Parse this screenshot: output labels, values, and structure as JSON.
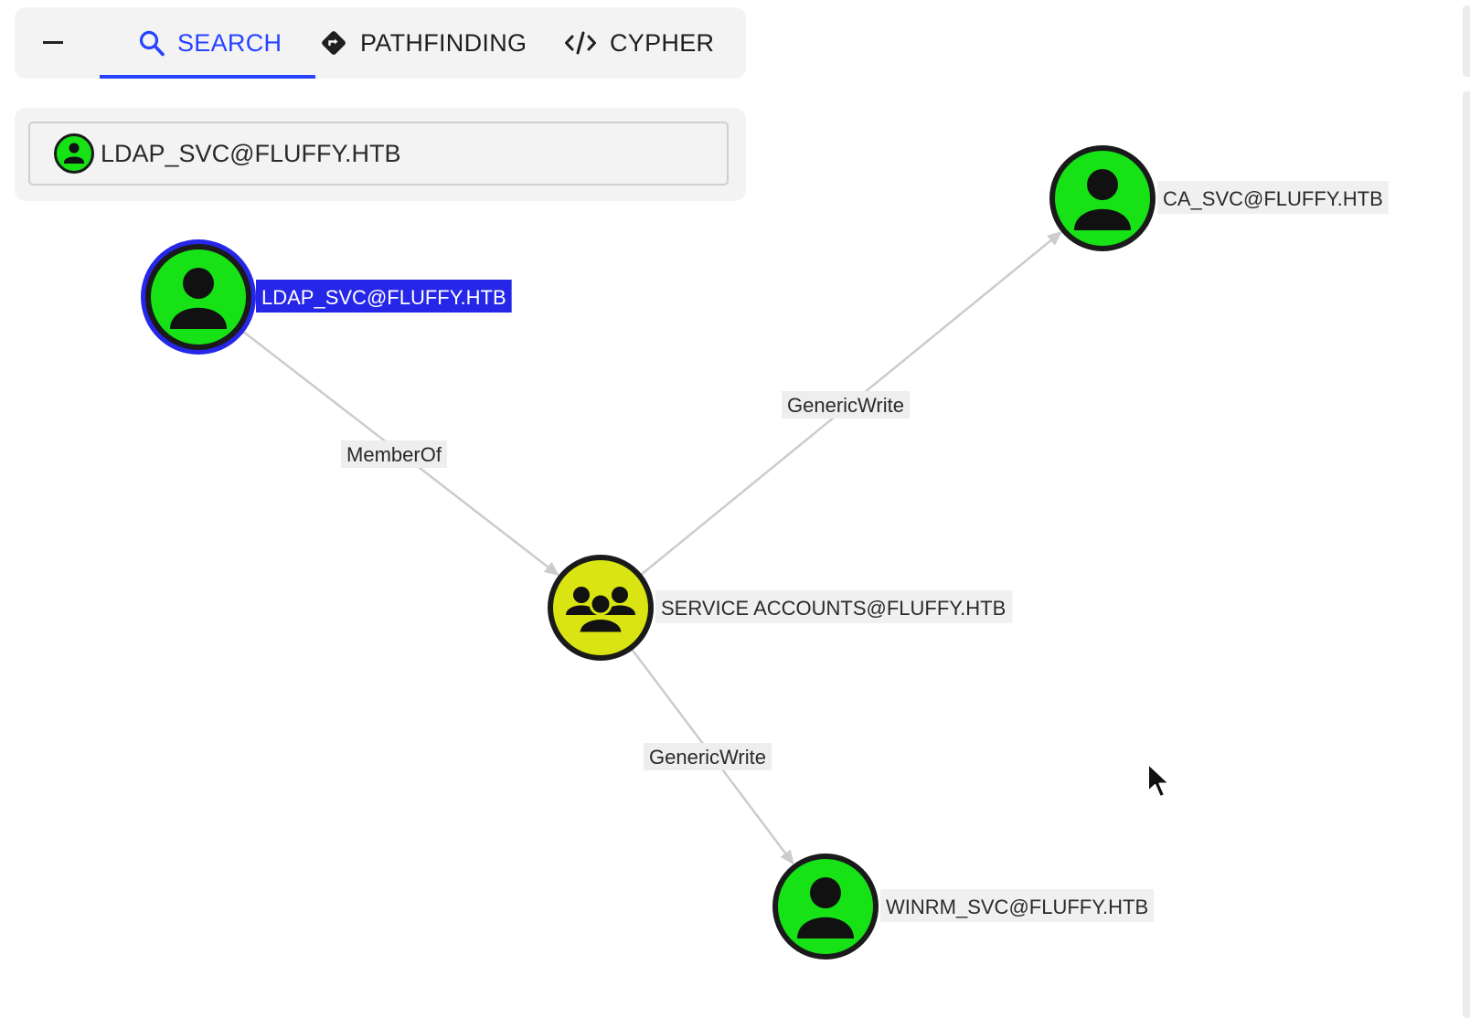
{
  "tabbar": {
    "collapse_label": "−",
    "tabs": [
      {
        "label": "SEARCH",
        "icon": "search-icon",
        "active": true
      },
      {
        "label": "PATHFINDING",
        "icon": "pathfinding-icon",
        "active": false
      },
      {
        "label": "CYPHER",
        "icon": "code-icon",
        "active": false
      }
    ]
  },
  "search": {
    "value": "LDAP_SVC@FLUFFY.HTB",
    "icon": "user-node-icon"
  },
  "graph": {
    "nodes": [
      {
        "id": "ldap",
        "label": "LDAP_SVC@FLUFFY.HTB",
        "kind": "user",
        "icon": "user-icon",
        "color": "#16e216",
        "selected": true
      },
      {
        "id": "service",
        "label": "SERVICE ACCOUNTS@FLUFFY.HTB",
        "kind": "group",
        "icon": "group-icon",
        "color": "#d9e412",
        "selected": false
      },
      {
        "id": "ca",
        "label": "CA_SVC@FLUFFY.HTB",
        "kind": "user",
        "icon": "user-icon",
        "color": "#16e216",
        "selected": false
      },
      {
        "id": "winrm",
        "label": "WINRM_SVC@FLUFFY.HTB",
        "kind": "user",
        "icon": "user-icon",
        "color": "#16e216",
        "selected": false
      }
    ],
    "edges": [
      {
        "source": "ldap",
        "target": "service",
        "label": "MemberOf"
      },
      {
        "source": "service",
        "target": "ca",
        "label": "GenericWrite"
      },
      {
        "source": "service",
        "target": "winrm",
        "label": "GenericWrite"
      }
    ]
  },
  "colors": {
    "accent": "#2743ff",
    "selection": "#2626e8",
    "user_node": "#16e216",
    "group_node": "#d9e412",
    "edge": "#cccccc"
  }
}
